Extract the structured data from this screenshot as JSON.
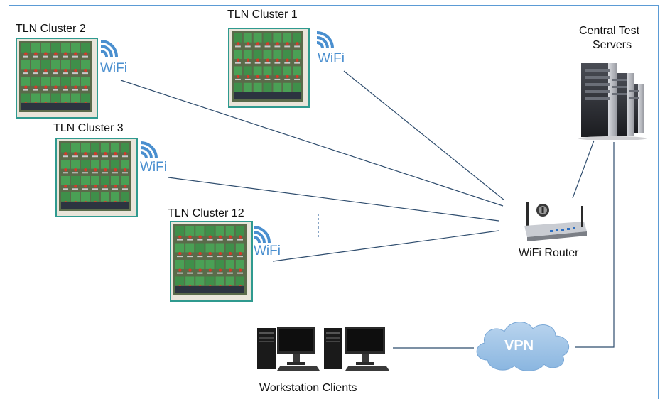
{
  "clusters": {
    "c2": {
      "label": "TLN Cluster 2",
      "wifi": "WiFi"
    },
    "c1": {
      "label": "TLN Cluster  1",
      "wifi": "WiFi"
    },
    "c3": {
      "label": "TLN Cluster 3",
      "wifi": "WiFi"
    },
    "c12": {
      "label": "TLN Cluster 12",
      "wifi": "WiFi"
    }
  },
  "server": {
    "label_line1": "Central Test",
    "label_line2": "Servers"
  },
  "router": {
    "label": "WiFi Router"
  },
  "cloud": {
    "label": "VPN"
  },
  "workstations": {
    "label": "Workstation Clients"
  },
  "colors": {
    "connector": "#2f4d6e",
    "wifi": "#4a8fcf",
    "frame": "#5b9bd5",
    "cluster_border": "#2f9a8f",
    "cloud": "#9cc3e6"
  },
  "icons": [
    "wifi-waves-icon",
    "server-rack-icon",
    "router-icon",
    "cloud-icon",
    "desktop-computer-icon",
    "board-cluster-icon"
  ]
}
